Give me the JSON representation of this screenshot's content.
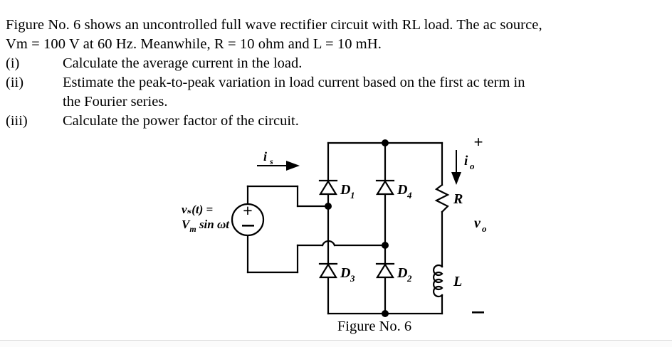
{
  "problem": {
    "intro_line1": "Figure No. 6 shows an uncontrolled full wave rectifier circuit with RL load. The ac source,",
    "intro_line2": "Vm = 100 V at 60 Hz. Meanwhile, R = 10 ohm and L = 10 mH.",
    "items": [
      {
        "marker": "(i)",
        "text": "Calculate the average current in the load.",
        "cont": ""
      },
      {
        "marker": "(ii)",
        "text": "Estimate the peak-to-peak variation in load current based on the first ac term in",
        "cont": "the Fourier series."
      },
      {
        "marker": "(iii)",
        "text": "Calculate the power factor of the circuit.",
        "cont": ""
      }
    ]
  },
  "figure": {
    "caption": "Figure No. 6",
    "source": {
      "label_line1": "vₛ(t) =",
      "label_line2_v": "V",
      "label_line2_m": "m",
      "label_line2_rest": " sin ωt",
      "plus": "+",
      "minus": "−"
    },
    "current_source_label": "i",
    "current_source_sub": "s",
    "current_out_label": "i",
    "current_out_sub": "o",
    "diodes": [
      {
        "name": "D",
        "sub": "1"
      },
      {
        "name": "D",
        "sub": "4"
      },
      {
        "name": "D",
        "sub": "3"
      },
      {
        "name": "D",
        "sub": "2"
      }
    ],
    "load": {
      "resistor": "R",
      "inductor": "L",
      "voltage": "v",
      "voltage_sub": "o",
      "terminal_plus": "+",
      "terminal_minus": "−"
    }
  },
  "colors": {
    "ink": "#000000",
    "paper": "#ffffff",
    "divider": "#d9d9d9"
  }
}
